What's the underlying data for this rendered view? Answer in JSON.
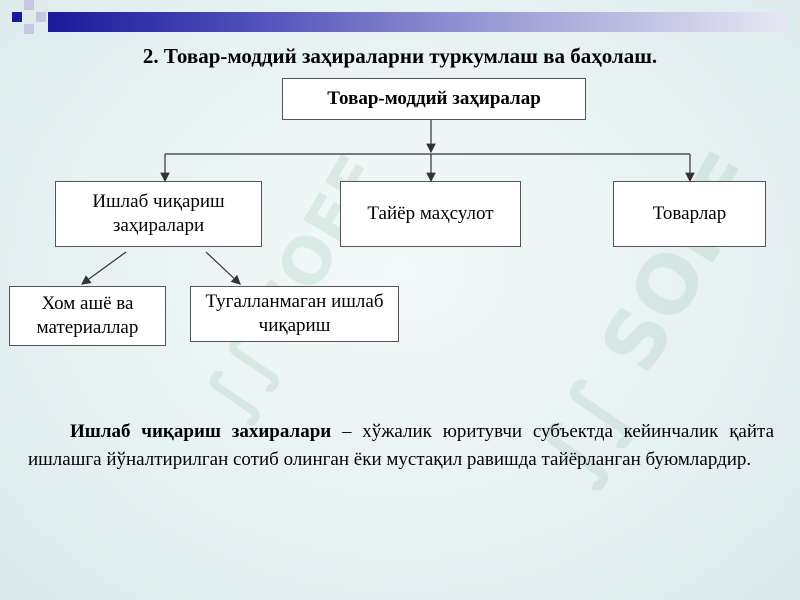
{
  "title": "2. Товар-моддий заҳираларни туркумлаш ва баҳолаш.",
  "diagram": {
    "root": "Товар-моддий заҳиралар",
    "level1": [
      {
        "label": "Ишлаб чиқариш заҳиралари"
      },
      {
        "label": "Тайёр маҳсулот"
      },
      {
        "label": "Товарлар"
      }
    ],
    "level2": [
      {
        "label": "Хом ашё ва материаллар"
      },
      {
        "label": "Тугалланмаган ишлаб чиқариш"
      }
    ]
  },
  "definition": {
    "term": "Ишлаб чиқариш захиралари",
    "text": " – хўжалик юритувчи субъектда кейинчалик қайта ишлашга йўналтирилган сотиб олинган ёки мустақил равишда тайёрланган буюмлардир."
  },
  "colors": {
    "header_dark": "#1a1a9a",
    "header_light": "#e8e8f4",
    "background": "#eaf3f4",
    "box_fill": "#ffffff"
  }
}
